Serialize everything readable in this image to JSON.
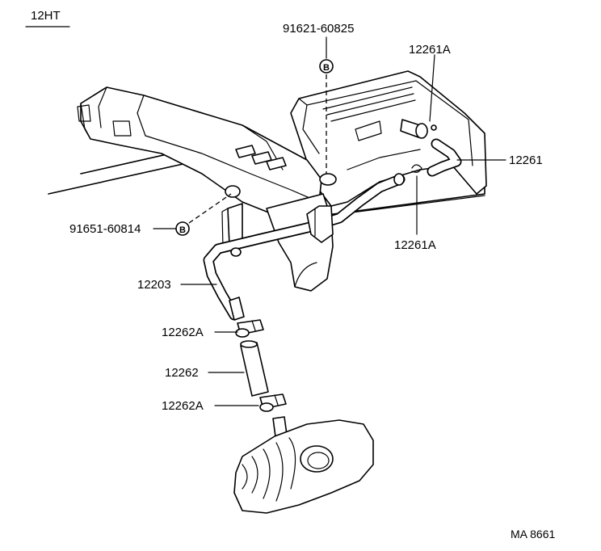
{
  "diagram": {
    "model_code": "12HT",
    "figure_code": "MA 8661",
    "bolt_marker": "B",
    "labels": {
      "bolt_top": "91621-60825",
      "bolt_left": "91651-60814",
      "clamp_hose_upper": "12261A",
      "hose_right": "12261",
      "clamp_hose_lower": "12261A",
      "ventilation_pipe": "12203",
      "clamp_upper": "12262A",
      "hose_middle": "12262",
      "clamp_lower": "12262A"
    }
  }
}
